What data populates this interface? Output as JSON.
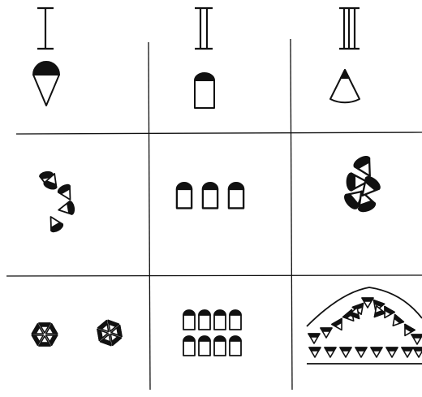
{
  "columns": [
    {
      "id": "I",
      "numeral": "I",
      "strokes": 1
    },
    {
      "id": "II",
      "numeral": "II",
      "strokes": 2
    },
    {
      "id": "III",
      "numeral": "III",
      "strokes": 3
    }
  ],
  "colors": {
    "ink": "#111111",
    "paper": "#ffffff"
  }
}
